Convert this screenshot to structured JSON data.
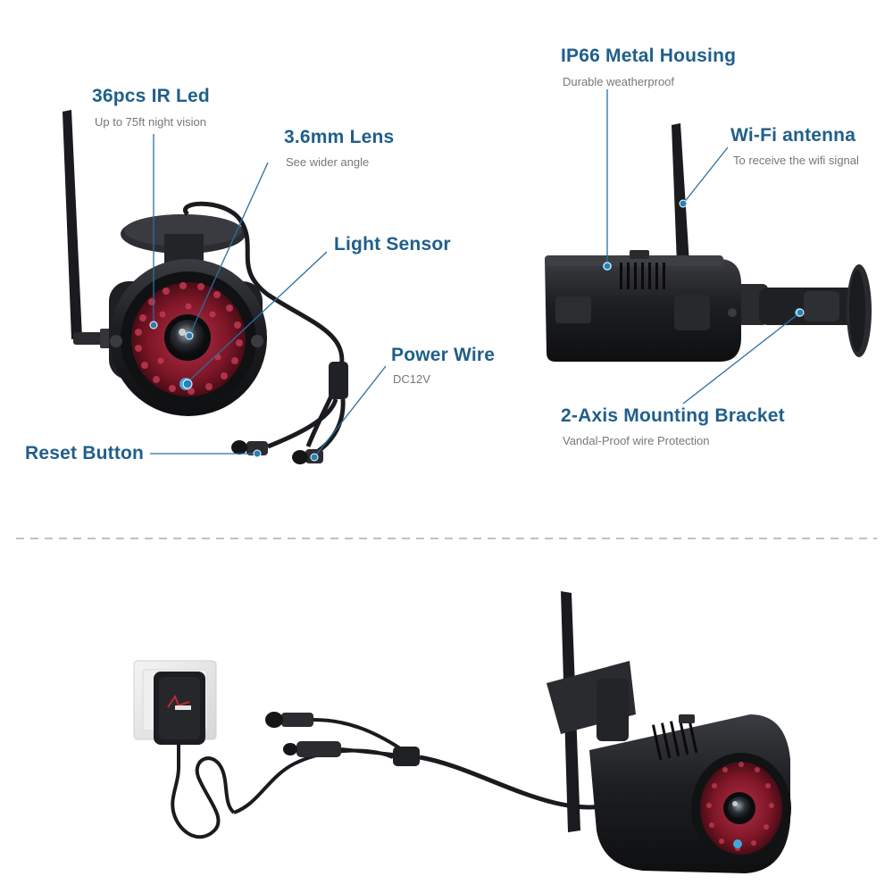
{
  "features": {
    "ir_led": {
      "title": "36pcs IR Led",
      "subtitle": "Up to 75ft night vision"
    },
    "lens": {
      "title": "3.6mm Lens",
      "subtitle": "See wider angle"
    },
    "light_sensor": {
      "title": "Light Sensor"
    },
    "power_wire": {
      "title": "Power Wire",
      "subtitle": "DC12V"
    },
    "reset_button": {
      "title": "Reset Button"
    },
    "housing": {
      "title": "IP66 Metal Housing",
      "subtitle": "Durable weatherproof"
    },
    "antenna": {
      "title": "Wi-Fi antenna",
      "subtitle": "To receive the wifi signal"
    },
    "bracket": {
      "title": "2-Axis Mounting Bracket",
      "subtitle": "Vandal-Proof wire Protection"
    }
  },
  "colors": {
    "title": "#1f5f8b",
    "subtitle": "#777777",
    "leader_line": "#2a6fa0",
    "camera_body": "#1c1d20",
    "ir_red": "#8a1e2c",
    "divider": "#9a9a9a"
  },
  "icons": [
    "camera-front-illustration",
    "camera-side-illustration",
    "camera-with-adapter-illustration"
  ]
}
